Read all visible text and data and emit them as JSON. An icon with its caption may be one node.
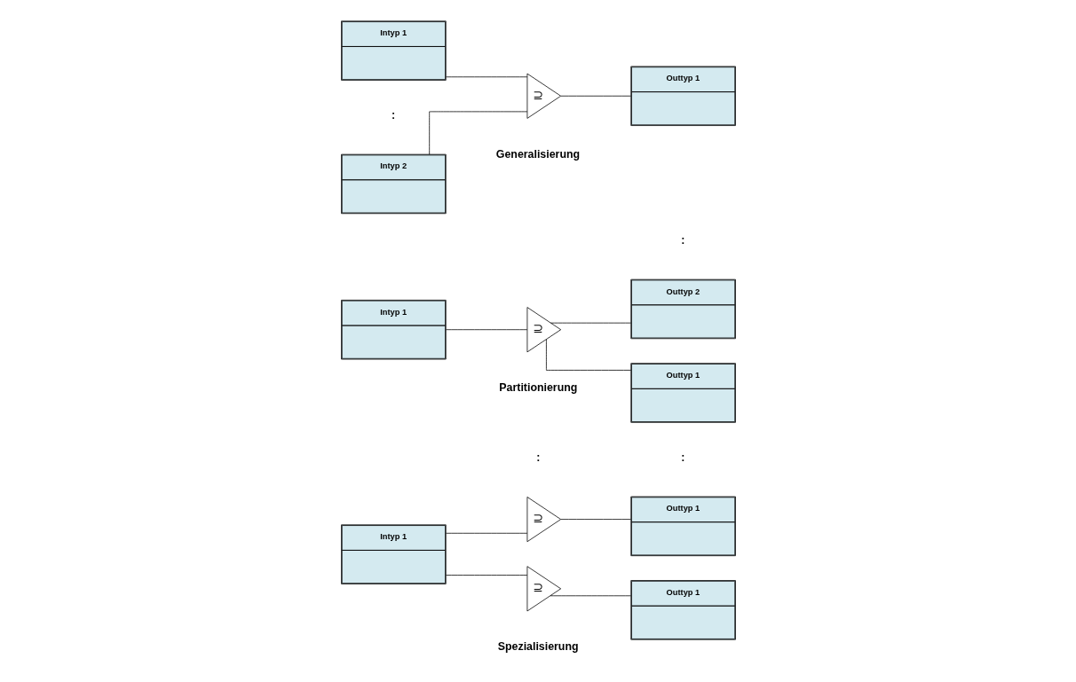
{
  "diagram": {
    "nodes": [
      {
        "text": [
          "Intyp 1"
        ]
      },
      {
        "text": [
          "⊇"
        ]
      },
      {
        "text": [
          "⊇"
        ]
      },
      {
        "text": [
          "Outtyp 1"
        ]
      },
      {
        "text": [
          "Outtyp 1"
        ]
      },
      {
        "text": [
          "Intyp 1"
        ]
      },
      {
        "text": [
          "⊇"
        ]
      },
      {
        "text": [
          "Outtyp 1"
        ]
      },
      {
        "text": [
          "Outtyp 2"
        ]
      },
      {
        "text": [
          "Intyp 1"
        ]
      },
      {
        "text": [
          "Intyp 2"
        ]
      },
      {
        "text": [
          "⊇"
        ]
      },
      {
        "text": [
          "Outtyp 1"
        ]
      }
    ],
    "edges": [
      {
        "from": 0,
        "to": 1,
        "arrow": "none"
      },
      {
        "from": 0,
        "to": 2,
        "arrow": "none"
      },
      {
        "from": 1,
        "to": 3,
        "arrow": "none"
      },
      {
        "from": 2,
        "to": 4,
        "arrow": "none"
      },
      {
        "from": 5,
        "to": 6,
        "arrow": "none"
      },
      {
        "from": 6,
        "to": 7,
        "arrow": "none"
      },
      {
        "from": 6,
        "to": 8,
        "arrow": "none"
      },
      {
        "from": 9,
        "to": 11,
        "arrow": "none"
      },
      {
        "from": 10,
        "to": 11,
        "arrow": "none"
      },
      {
        "from": 11,
        "to": 12,
        "arrow": "none"
      }
    ],
    "labels": [
      "Spezialisierung",
      "Partitionierung",
      ":",
      ":",
      ":",
      "Generalisierung",
      ":"
    ]
  }
}
